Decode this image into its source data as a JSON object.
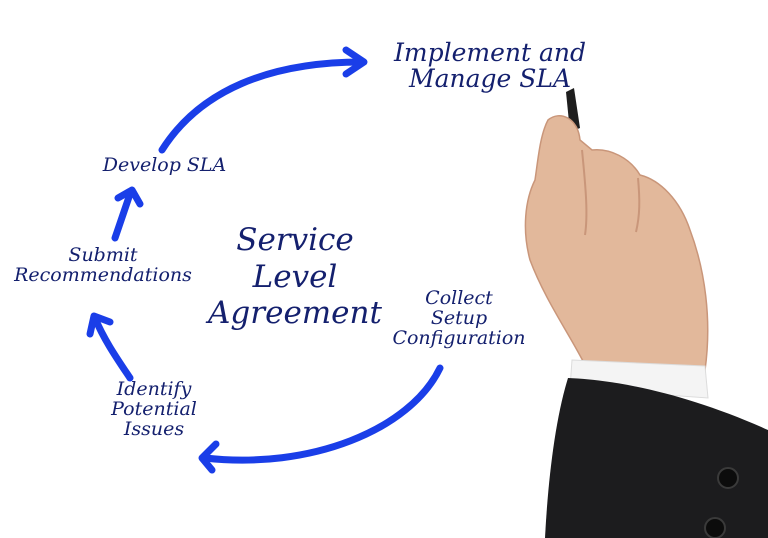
{
  "diagram": {
    "title": "Service Level Agreement",
    "type": "cycle",
    "steps": [
      {
        "label": "Implement and Manage SLA"
      },
      {
        "label": "Collect Setup Configuration"
      },
      {
        "label": "Identify Potential Issues"
      },
      {
        "label": "Submit Recommendations"
      },
      {
        "label": "Develop SLA"
      }
    ],
    "ink_color": "#14206e",
    "arrow_color": "#1a3ee8"
  },
  "labels": {
    "implement_line1": "Implement and",
    "implement_line2": "Manage SLA",
    "develop": "Develop SLA",
    "submit_line1": "Submit",
    "submit_line2": "Recommendations",
    "title_line1": "Service",
    "title_line2": "Level",
    "title_line3": "Agreement",
    "collect_line1": "Collect",
    "collect_line2": "Setup",
    "collect_line3": "Configuration",
    "identify_line1": "Identify",
    "identify_line2": "Potential",
    "identify_line3": "Issues"
  }
}
